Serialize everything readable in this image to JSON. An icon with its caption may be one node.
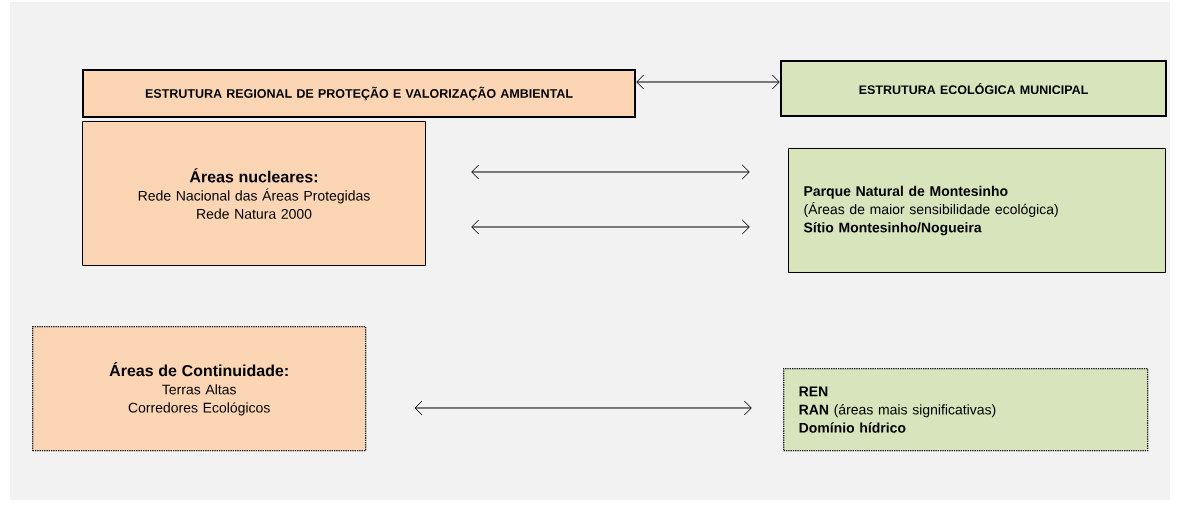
{
  "diagram": {
    "nodes": [
      {
        "text": [
          "ESTRUTURA REGIONAL DE PROTEÇÃO E VALORIZAÇÃO AMBIENTAL"
        ]
      },
      {
        "text": [
          "ESTRUTURA ECOLÓGICA MUNICIPAL"
        ]
      },
      {
        "text": [
          "Áreas nucleares:",
          "Rede Nacional das Áreas Protegidas",
          "Rede Natura 2000"
        ]
      },
      {
        "text": [
          "Parque Natural de Montesinho",
          "(Áreas de maior sensibilidade ecológica)",
          "Sítio Montesinho/Nogueira"
        ]
      },
      {
        "text": [
          "Áreas de Continuidade:",
          "Terras Altas",
          "Corredores Ecológicos"
        ]
      },
      {
        "text": [
          "REN",
          "**RAN** (áreas mais significativas)",
          "Domínio hídrico"
        ]
      }
    ],
    "edges": [
      {
        "from": 0,
        "to": 1,
        "arrow": "both"
      },
      {
        "from": 2,
        "to": 3,
        "arrow": "both"
      },
      {
        "from": 2,
        "to": 3,
        "arrow": "both"
      },
      {
        "from": 4,
        "to": 5,
        "arrow": "both"
      }
    ]
  }
}
